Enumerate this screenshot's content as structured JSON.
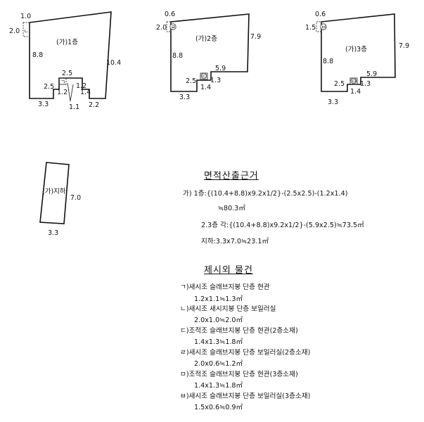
{
  "floor1": {
    "name": "(가)1층",
    "dims": {
      "top": "1.0",
      "left": "2.0",
      "leftwall": "8.8",
      "right": "10.4",
      "bottom_left": "3.3",
      "notch_top": "2.5",
      "notch_left": "2.5",
      "ent_w": "1.2",
      "ent_h": "1.1",
      "notch_right": "1.2",
      "step": "1.4",
      "bottom_right": "2.2"
    },
    "syms": {
      "boiler": "ㄴ",
      "entrance": "ㄱ"
    }
  },
  "floor2": {
    "name": "(가)2층",
    "dims": {
      "top": "0.6",
      "left": "2.0",
      "leftwall": "8.8",
      "right": "7.9",
      "notch_top": "5.9",
      "notch_left": "2.5",
      "ent_r": "1.3",
      "ent_b": "1.4",
      "bottom": "3.3"
    },
    "syms": {
      "boiler": "ㄹ",
      "entrance": "ㄷ"
    }
  },
  "floor3": {
    "name": "(가)3층",
    "dims": {
      "top": "0.6",
      "left": "1.5",
      "leftwall": "8.8",
      "right": "7.9",
      "notch_top": "5.9",
      "notch_left": "2.5",
      "ent_r": "1.3",
      "ent_b": "1.4",
      "bottom": "3.3"
    },
    "syms": {
      "boiler": "ㅂ",
      "entrance": "ㅁ"
    }
  },
  "basement": {
    "name": "(가)지하",
    "dims": {
      "right": "7.0",
      "bottom": "3.3"
    }
  },
  "calc": {
    "heading": "면적산출근거",
    "l1": "가) 1층:{(10.4+8.8)x9.2x1/2}-(2.5x2.5)-(1.2x1.4)",
    "l2": "≒80.3㎡",
    "l3": "2.3층 각:{(10.4+8.8)x9.2x1/2}-(5.9x2.5)≒73.5㎡",
    "l4": "지하:3.3x7.0≒23.1㎡"
  },
  "excluded": {
    "heading": "제시외 물건",
    "items": [
      {
        "desc": "ㄱ)새시조 슬래브지붕 단층 현관",
        "area": "1.2x1.1≒1.3㎡"
      },
      {
        "desc": "ㄴ)새시조 새시지붕 단층 보일러실",
        "area": "2.0x1.0≒2.0㎡"
      },
      {
        "desc": "ㄷ)조적조 슬래브지붕 단층 현관(2층소재)",
        "area": "1.4x1.3≒1.8㎡"
      },
      {
        "desc": "ㄹ)새시조 슬래브지붕 단층 보일러실(2층소재)",
        "area": "2.0x0.6≒1.2㎡"
      },
      {
        "desc": "ㅁ)조적조 슬래브지붕 단층 현관(3층소재)",
        "area": "1.4x1.3≒1.8㎡"
      },
      {
        "desc": "ㅂ)새시조 슬래브지붕 단층 보일러실(3층소재)",
        "area": "1.5x0.6≒0.9㎡"
      }
    ]
  }
}
